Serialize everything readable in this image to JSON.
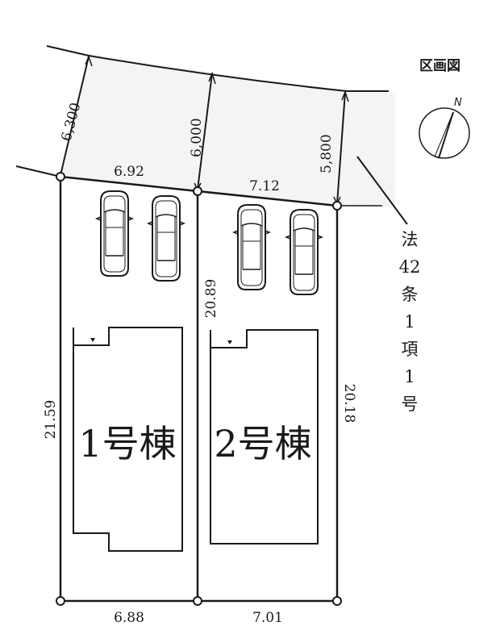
{
  "title": "区画図",
  "compass": {
    "label": "N"
  },
  "road": {
    "note_lines": [
      "法",
      "42",
      "条",
      "1",
      "項",
      "1",
      "号"
    ],
    "widths": {
      "left": "6,300",
      "middle": "6,000",
      "right": "5,800"
    }
  },
  "lots": [
    {
      "name": "1号棟",
      "frontage": "6.92",
      "rear": "6.88",
      "left_depth": "21.59",
      "parking_spaces": 2
    },
    {
      "name": "2号棟",
      "frontage": "7.12",
      "rear": "7.01",
      "shared_depth": "20.89",
      "right_depth": "20.18",
      "parking_spaces": 2
    }
  ],
  "colors": {
    "line": "#1a1a1a",
    "road_fill": "#f4f4f4",
    "background": "#ffffff"
  }
}
